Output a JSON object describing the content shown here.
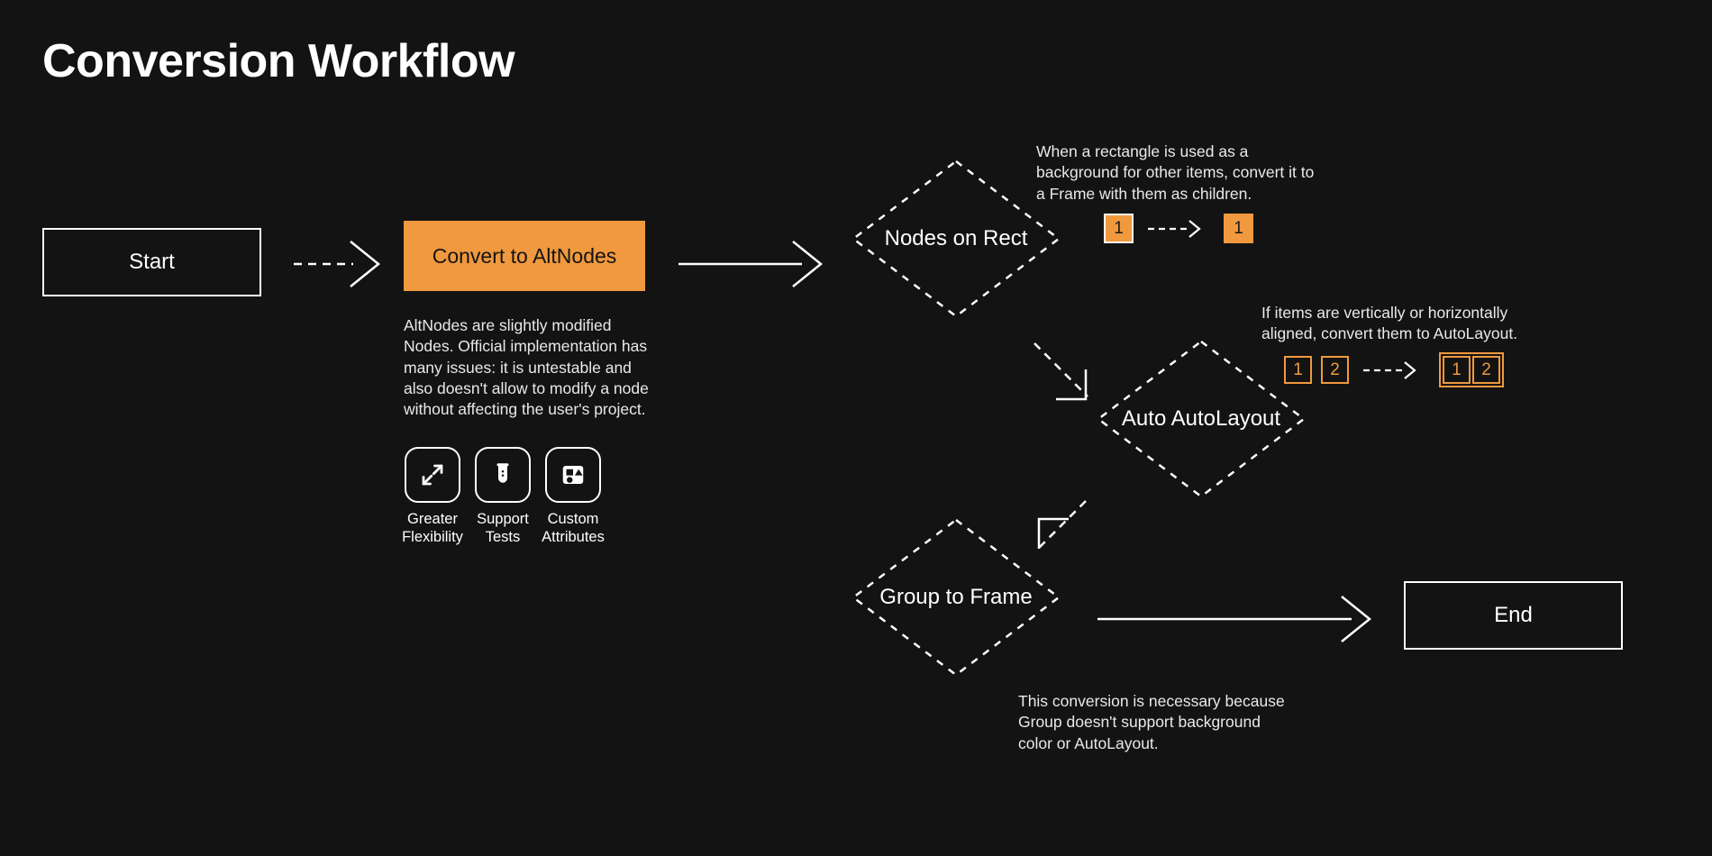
{
  "page": {
    "title": "Conversion Workflow",
    "background_color": "#131313",
    "accent_color": "#f0993e",
    "text_color": "#ffffff"
  },
  "nodes": {
    "start": {
      "label": "Start",
      "shape": "rectangle"
    },
    "convert": {
      "label": "Convert to AltNodes",
      "shape": "rectangle-filled"
    },
    "nodes_on_rect": {
      "label": "Nodes on Rect",
      "shape": "diamond"
    },
    "auto_autolayout": {
      "label": "Auto AutoLayout",
      "shape": "diamond"
    },
    "group_to_frame": {
      "label": "Group to Frame",
      "shape": "diamond"
    },
    "end": {
      "label": "End",
      "shape": "rectangle"
    }
  },
  "description": {
    "body": "AltNodes are slightly modified Nodes. Official implementation has many issues: it is untestable and also doesn't allow to modify a node without affecting the user's project.",
    "features": [
      {
        "icon": "expand-arrows-icon",
        "label": "Greater\nFlexibility",
        "line1": "Greater",
        "line2": "Flexibility"
      },
      {
        "icon": "test-tube-icon",
        "label": "Support\nTests",
        "line1": "Support",
        "line2": "Tests"
      },
      {
        "icon": "shapes-attributes-icon",
        "label": "Custom\nAttributes",
        "line1": "Custom",
        "line2": "Attributes"
      }
    ]
  },
  "annotations": {
    "nodes_on_rect": "When a rectangle is used as a background for other items, convert it to a Frame with them as children.",
    "auto_autolayout": "If items are vertically or horizontally aligned, convert them to AutoLayout.",
    "group_to_frame": "This conversion is necessary because Group doesn't support background color or AutoLayout."
  },
  "badges": {
    "rect_example": {
      "before": [
        "1"
      ],
      "after": [
        "1"
      ]
    },
    "autolayout_example": {
      "before": [
        "1",
        "2"
      ],
      "after": [
        "1",
        "2"
      ]
    }
  }
}
